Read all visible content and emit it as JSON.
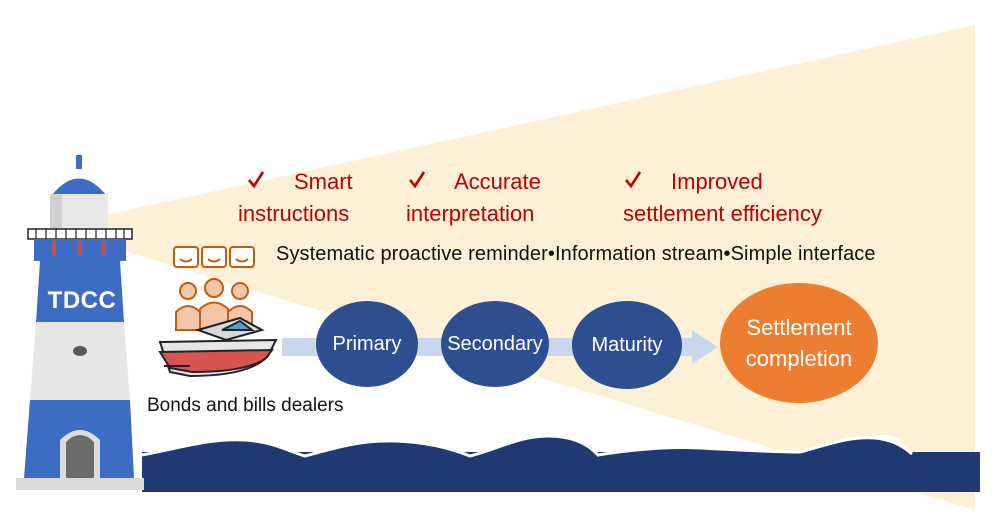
{
  "lighthouse": {
    "label": "TDCC"
  },
  "benefits": [
    {
      "mark": "✓",
      "line1": "Smart",
      "line2": "instructions"
    },
    {
      "mark": "✓",
      "line1": "Accurate",
      "line2": "interpretation"
    },
    {
      "mark": "✓",
      "line1": "Improved",
      "line2": "settlement efficiency"
    }
  ],
  "features_line": "Systematic proactive reminder•Information stream•Simple interface",
  "dealer_label": "Bonds and bills dealers",
  "stages": [
    {
      "label": "Primary"
    },
    {
      "label": "Secondary"
    },
    {
      "label": "Maturity"
    }
  ],
  "final_stage": {
    "line1": "Settlement",
    "line2": "completion"
  },
  "colors": {
    "beam": "#fdf0d6",
    "sea": "#1f3a73",
    "stage": "#2e4f8f",
    "final_stage": "#ed7d31",
    "arrow": "#c9d7ee",
    "benefit_text": "#c00000",
    "lighthouse_blue": "#3d6cc4"
  },
  "icons": [
    "checkmark-icon",
    "speech-bubble-icon",
    "people-icon",
    "boat-icon",
    "lighthouse-icon",
    "wave-icon"
  ]
}
